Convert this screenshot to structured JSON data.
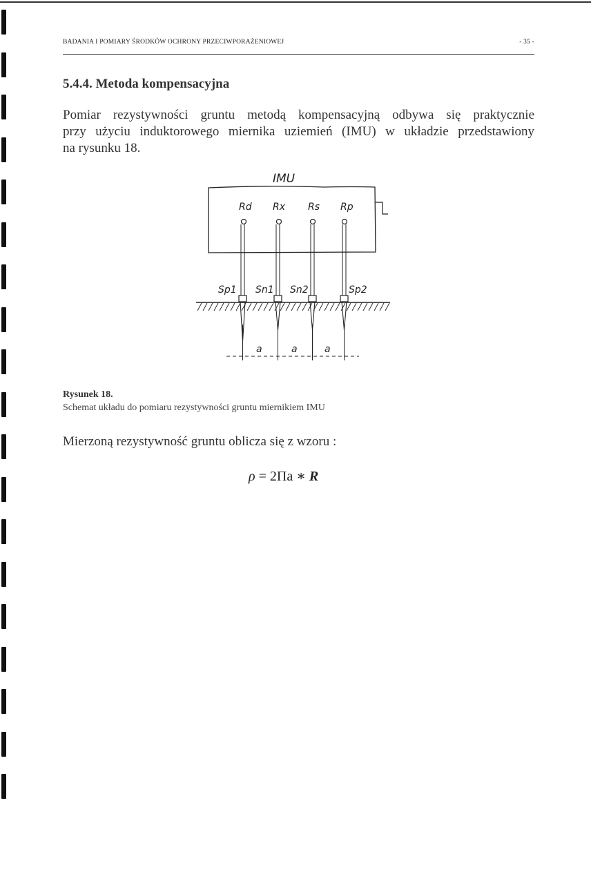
{
  "header": {
    "running_title": "BADANIA I POMIARY ŚRODKÓW OCHRONY PRZECIWPORAŻENIOWEJ",
    "page_number": "- 35 -"
  },
  "section": {
    "title": "5.4.4. Metoda kompensacyjna",
    "paragraph_lines": [
      "Pomiar rezystywności gruntu metodą kompensacyjną odbywa się praktycznie",
      "przy użyciu induktorowego miernika uziemień (IMU) w układzie przedstawiony",
      "na rysunku 18."
    ]
  },
  "figure": {
    "device_label": "IMU",
    "terminals": [
      "Rd",
      "Rx",
      "Rs",
      "Rp"
    ],
    "probes": [
      "Sp1",
      "Sn1",
      "Sn2",
      "Sp2"
    ],
    "spacings": [
      "a",
      "a",
      "a"
    ],
    "caption_label": "Rysunek 18.",
    "caption_text": "Schemat układu do pomiaru rezystywności gruntu miernikiem IMU"
  },
  "formula": {
    "intro": "Mierzoną rezystywność gruntu oblicza się z wzoru :",
    "lhs": "ρ",
    "eq": " = 2Πa ∗ ",
    "rhs": "R"
  }
}
